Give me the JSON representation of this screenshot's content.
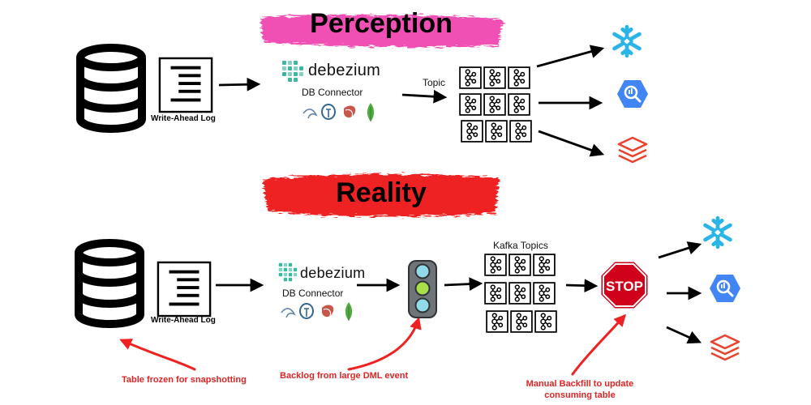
{
  "perception": {
    "title": "Perception",
    "wal_label": "Write-Ahead Log",
    "debezium_brand": "debezium",
    "connector_label": "DB Connector",
    "topic_label": "Topic"
  },
  "reality": {
    "title": "Reality",
    "wal_label": "Write-Ahead Log",
    "debezium_brand": "debezium",
    "connector_label": "DB Connector",
    "topics_label": "Kafka Topics",
    "stop_sign_text": "STOP",
    "annotations": {
      "snapshot": "Table frozen for snapshotting",
      "backlog": "Backlog from large DML event",
      "backfill": "Manual Backfill to update consuming table"
    }
  },
  "icons": [
    "database-icon",
    "document-lines-icon",
    "debezium-logo",
    "mysql-icon",
    "postgres-icon",
    "sqlserver-icon",
    "mongodb-icon",
    "kafka-icon",
    "snowflake-icon",
    "bigquery-icon",
    "databricks-icon",
    "traffic-light-icon",
    "stop-sign-icon"
  ],
  "colors": {
    "perception_brush": "#f050b4",
    "reality_brush": "#ee2222",
    "annotation": "#e02424",
    "debezium_teal": "#3bb8a0",
    "snowflake": "#29b5e8",
    "bigquery": "#4285f4",
    "databricks": "#e8432f",
    "stop_red": "#d0021b"
  }
}
